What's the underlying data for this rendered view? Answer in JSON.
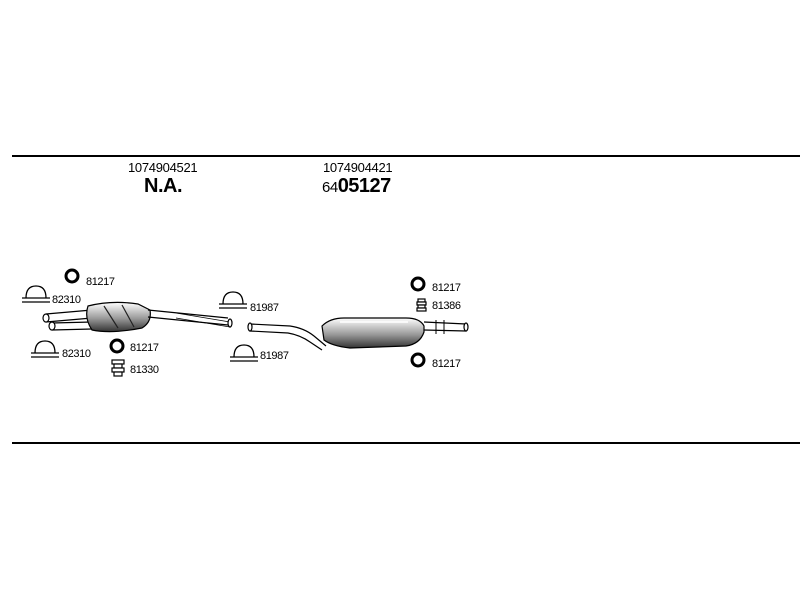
{
  "header": {
    "left_part_number": "1074904521",
    "left_part_code": "N.A.",
    "right_part_number": "1074904421",
    "right_part_code_prefix": "64",
    "right_part_code_main": "05127"
  },
  "labels": {
    "ring_top_left": "81217",
    "clamp_left_upper": "82310",
    "clamp_left_lower": "82310",
    "ring_mid_left": "81217",
    "mount_mid_left": "81330",
    "clamp_center_upper": "81987",
    "clamp_center_lower": "81987",
    "ring_right_upper": "81217",
    "mount_right": "81386",
    "ring_right_lower": "81217"
  },
  "colors": {
    "line": "#000000",
    "background": "#ffffff",
    "muffler_shade": "#555555"
  }
}
